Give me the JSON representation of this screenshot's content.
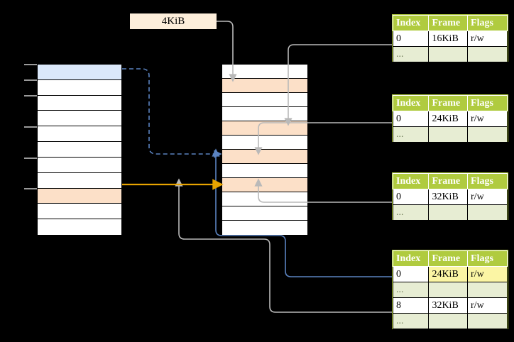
{
  "diagram": {
    "title": "page-table-walk",
    "page_size_label": "4KiB",
    "colors": {
      "header_green": "#b0cb3f",
      "empty_row": "#e7edd3",
      "highlight_yellow": "#fbf5a4",
      "highlight_peach": "#fce0c8",
      "highlight_blue": "#dbe8fa",
      "arrow_orange": "#e8a400",
      "arrow_blue": "#5b83c0",
      "arrow_gray": "#b9b9b9"
    }
  },
  "left_column": {
    "name": "virtual-address-space",
    "row_count": 11,
    "rows": [
      {
        "fill": "blue"
      },
      {
        "fill": "white"
      },
      {
        "fill": "white"
      },
      {
        "fill": "white"
      },
      {
        "fill": "white"
      },
      {
        "fill": "white"
      },
      {
        "fill": "white"
      },
      {
        "fill": "white"
      },
      {
        "fill": "peach"
      },
      {
        "fill": "white"
      },
      {
        "fill": "white"
      }
    ]
  },
  "middle_column": {
    "name": "physical-memory",
    "row_count": 12,
    "rows": [
      {
        "fill": "white"
      },
      {
        "fill": "peach"
      },
      {
        "fill": "white"
      },
      {
        "fill": "white"
      },
      {
        "fill": "peach"
      },
      {
        "fill": "white"
      },
      {
        "fill": "peach"
      },
      {
        "fill": "white"
      },
      {
        "fill": "peach"
      },
      {
        "fill": "white"
      },
      {
        "fill": "white"
      },
      {
        "fill": "white"
      }
    ]
  },
  "tables": [
    {
      "name": "page-table-level-1",
      "headers": [
        "Index",
        "Frame",
        "Flags"
      ],
      "rows": [
        {
          "cells": [
            "0",
            "16KiB",
            "r/w"
          ],
          "style": "w"
        },
        {
          "cells": [
            "...",
            "",
            ""
          ],
          "style": "e"
        }
      ]
    },
    {
      "name": "page-table-level-2",
      "headers": [
        "Index",
        "Frame",
        "Flags"
      ],
      "rows": [
        {
          "cells": [
            "0",
            "24KiB",
            "r/w"
          ],
          "style": "w"
        },
        {
          "cells": [
            "...",
            "",
            ""
          ],
          "style": "e"
        }
      ]
    },
    {
      "name": "page-table-level-3",
      "headers": [
        "Index",
        "Frame",
        "Flags"
      ],
      "rows": [
        {
          "cells": [
            "0",
            "32KiB",
            "r/w"
          ],
          "style": "w"
        },
        {
          "cells": [
            "...",
            "",
            ""
          ],
          "style": "e"
        }
      ]
    },
    {
      "name": "page-table-level-4",
      "headers": [
        "Index",
        "Frame",
        "Flags"
      ],
      "rows": [
        {
          "cells": [
            "0",
            "24KiB",
            "r/w"
          ],
          "style": "w",
          "highlight": [
            false,
            true,
            true
          ]
        },
        {
          "cells": [
            "...",
            "",
            ""
          ],
          "style": "e"
        },
        {
          "cells": [
            "8",
            "32KiB",
            "r/w"
          ],
          "style": "w"
        },
        {
          "cells": [
            "...",
            "",
            ""
          ],
          "style": "e"
        }
      ]
    }
  ]
}
